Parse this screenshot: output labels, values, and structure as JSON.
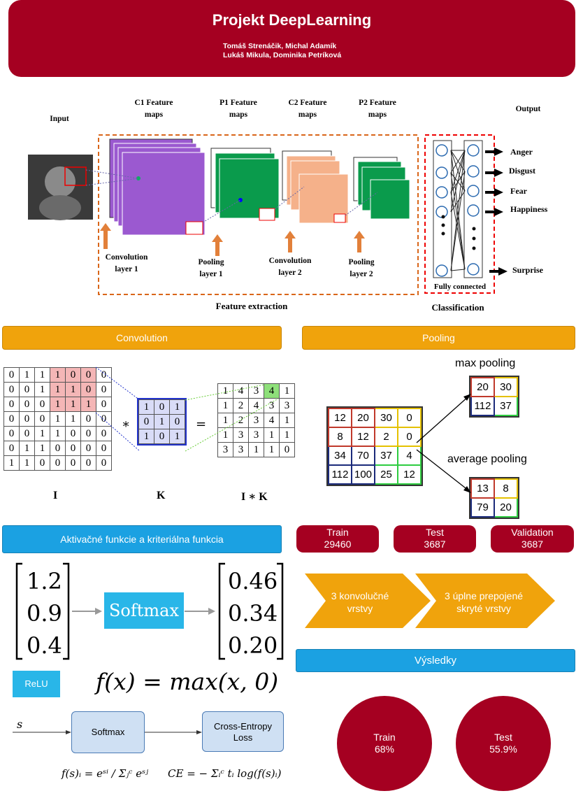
{
  "header": {
    "title": "Projekt DeepLearning",
    "authors_line1": "Tomáš Strenáčik, Michal Adamík",
    "authors_line2": "Lukáš Mikula, Dominika Petríková"
  },
  "cnn": {
    "input": "Input",
    "c1_line1": "C1 Feature",
    "c1_line2": "maps",
    "p1_line1": "P1 Feature",
    "p1_line2": "maps",
    "c2_line1": "C2 Feature",
    "c2_line2": "maps",
    "p2_line1": "P2 Feature",
    "p2_line2": "maps",
    "output": "Output",
    "conv1_line1": "Convolution",
    "conv1_line2": "layer 1",
    "pool1_line1": "Pooling",
    "pool1_line2": "layer 1",
    "conv2_line1": "Convolution",
    "conv2_line2": "layer 2",
    "pool2_line1": "Pooling",
    "pool2_line2": "layer 2",
    "fully_connected": "Fully connected",
    "feature_extraction": "Feature extraction",
    "classification": "Classification",
    "classes": [
      "Anger",
      "Disgust",
      "Fear",
      "Happiness",
      "Surprise"
    ]
  },
  "sections": {
    "convolution": "Convolution",
    "pooling": "Pooling",
    "activation": "Aktivačné funkcie a kriteriálna funkcia",
    "results": "Výsledky"
  },
  "convolution": {
    "matrix_I": [
      [
        0,
        1,
        1,
        1,
        0,
        0,
        0
      ],
      [
        0,
        0,
        1,
        1,
        1,
        0,
        0
      ],
      [
        0,
        0,
        0,
        1,
        1,
        1,
        0
      ],
      [
        0,
        0,
        0,
        1,
        1,
        0,
        0
      ],
      [
        0,
        0,
        1,
        1,
        0,
        0,
        0
      ],
      [
        0,
        1,
        1,
        0,
        0,
        0,
        0
      ],
      [
        1,
        1,
        0,
        0,
        0,
        0,
        0
      ]
    ],
    "kernel_K": [
      [
        1,
        0,
        1
      ],
      [
        0,
        1,
        0
      ],
      [
        1,
        0,
        1
      ]
    ],
    "result_IK": [
      [
        1,
        4,
        3,
        4,
        1
      ],
      [
        1,
        2,
        4,
        3,
        3
      ],
      [
        1,
        2,
        3,
        4,
        1
      ],
      [
        1,
        3,
        3,
        1,
        1
      ],
      [
        3,
        3,
        1,
        1,
        0
      ]
    ],
    "label_I": "I",
    "label_K": "K",
    "label_IK": "I ∗ K",
    "op_mul": "∗",
    "op_eq": "="
  },
  "pooling": {
    "input": [
      [
        "12",
        "20",
        "30",
        "0"
      ],
      [
        "8",
        "12",
        "2",
        "0"
      ],
      [
        "34",
        "70",
        "37",
        "4"
      ],
      [
        "112",
        "100",
        "25",
        "12"
      ]
    ],
    "max_label": "max pooling",
    "max_out": [
      [
        "20",
        "30"
      ],
      [
        "112",
        "37"
      ]
    ],
    "avg_label": "average pooling",
    "avg_out": [
      [
        "13",
        "8"
      ],
      [
        "79",
        "20"
      ]
    ]
  },
  "dataset": {
    "train_label": "Train",
    "train_value": "29460",
    "test_label": "Test",
    "test_value": "3687",
    "val_label": "Validation",
    "val_value": "3687"
  },
  "architecture": {
    "step1_line1": "3 konvolučné",
    "step1_line2": "vrstvy",
    "step2_line1": "3 úplne prepojené",
    "step2_line2": "skryté vrstvy"
  },
  "softmax": {
    "inputs": [
      "1.2",
      "0.9",
      "0.4"
    ],
    "label": "Softmax",
    "outputs": [
      "0.46",
      "0.34",
      "0.20"
    ]
  },
  "relu": {
    "label": "ReLU",
    "formula": "f(x) = max(x, 0)"
  },
  "ce_diagram": {
    "input_symbol": "s",
    "box1": "Softmax",
    "box2_line1": "Cross-Entropy",
    "box2_line2": "Loss",
    "formula_softmax": "f(s)ᵢ = eˢⁱ / Σⱼᶜ eˢʲ",
    "formula_ce": "CE = − Σᵢᶜ tᵢ log(f(s)ᵢ)"
  },
  "results": {
    "train_label": "Train",
    "train_value": "68%",
    "test_label": "Test",
    "test_value": "55.9%"
  },
  "colors": {
    "maroon": "#a50021",
    "orange": "#f0a30c",
    "blue": "#1ba1e2"
  }
}
